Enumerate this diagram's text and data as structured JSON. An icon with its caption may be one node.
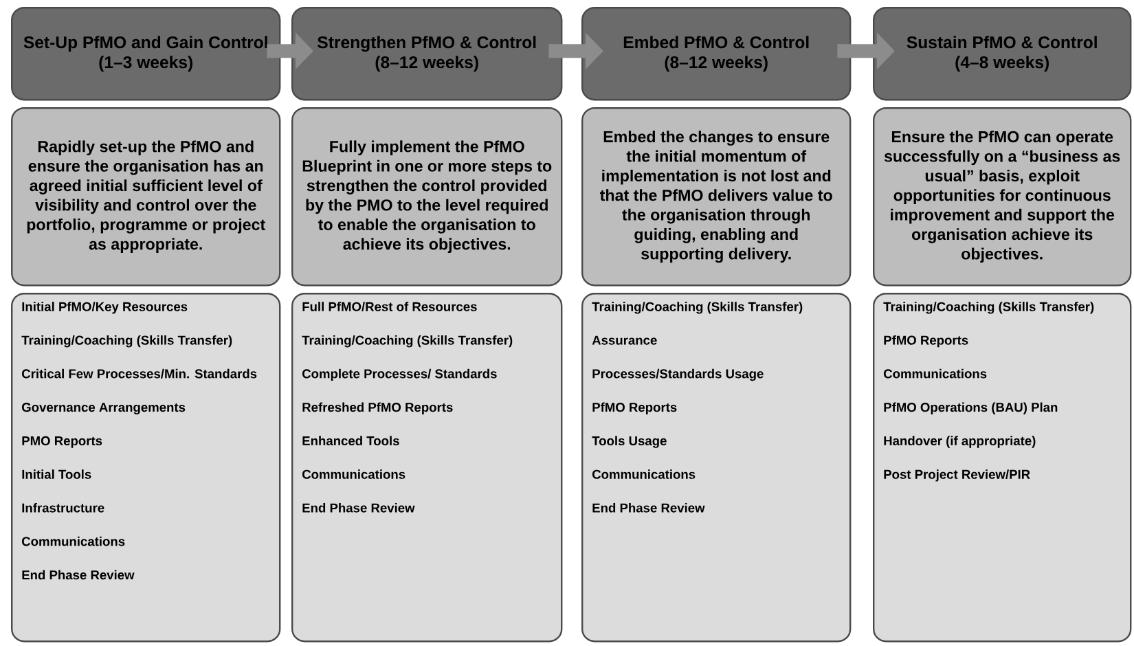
{
  "diagram": {
    "nodes": [
      {
        "text": [
          "Set-Up PfMO and Gain Control",
          "(1–3 weeks)"
        ]
      },
      {
        "text": [
          "Strengthen PfMO & Control",
          "(8–12 weeks)"
        ]
      },
      {
        "text": [
          "Embed PfMO & Control",
          "(8–12 weeks)"
        ]
      },
      {
        "text": [
          "Sustain PfMO & Control",
          "(4–8 weeks)"
        ]
      },
      {
        "text": [
          "Rapidly set-up the PfMO and ensure the organisation has an agreed initial sufficient level of visibility and control over the portfolio, programme or project as appropriate."
        ]
      },
      {
        "text": [
          "Fully implement the PfMO Blueprint in one or more steps to strengthen the control provided by the PMO to the level required to enable the organisation to achieve its objectives."
        ]
      },
      {
        "text": [
          "Embed the changes to ensure the initial momentum of implementation is not lost and that the PfMO delivers value to the organisation through guiding, enabling and supporting delivery."
        ]
      },
      {
        "text": [
          "Ensure the PfMO can operate successfully on a “business as usual” basis, exploit opportunities for continuous improvement and support the organisation achieve its objectives."
        ]
      },
      {
        "text": [
          "Initial PfMO/Key Resources",
          "Training/Coaching (Skills Transfer)",
          "Critical Few Processes/Min. Standards",
          "Governance Arrangements",
          "PMO Reports",
          "Initial Tools",
          "Infrastructure",
          "Communications",
          "End Phase Review"
        ]
      },
      {
        "text": [
          "Full PfMO/Rest of Resources",
          "Training/Coaching (Skills Transfer)",
          "Complete Processes/ Standards",
          "Refreshed PfMO Reports",
          "Enhanced Tools",
          "Communications",
          "End Phase Review"
        ]
      },
      {
        "text": [
          "Training/Coaching (Skills Transfer)",
          "Assurance",
          "Processes/Standards Usage",
          "PfMO Reports",
          "Tools Usage",
          "Communications",
          "End Phase Review"
        ]
      },
      {
        "text": [
          "Training/Coaching (Skills Transfer)",
          "PfMO Reports",
          "Communications",
          "PfMO Operations (BAU) Plan",
          "Handover (if appropriate)",
          "Post Project Review/PIR"
        ]
      }
    ],
    "edges": [
      {
        "from": 0,
        "to": 1,
        "arrow": "to"
      },
      {
        "from": 1,
        "to": 2,
        "arrow": "to"
      },
      {
        "from": 2,
        "to": 3,
        "arrow": "to"
      }
    ]
  }
}
